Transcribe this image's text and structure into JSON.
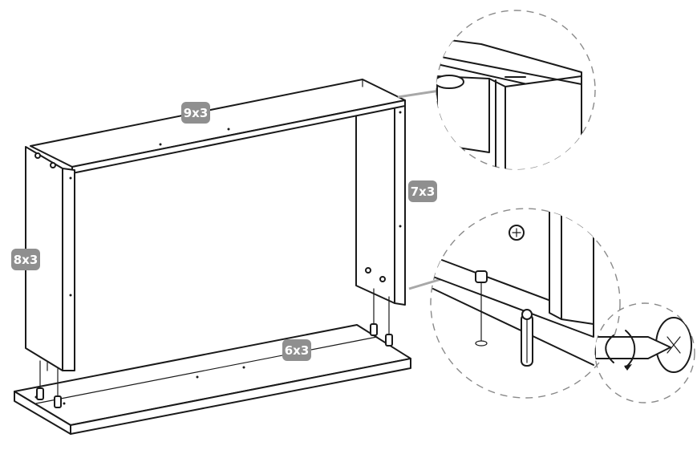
{
  "labels": {
    "top_panel": "9x3",
    "left_panel": "8x3",
    "right_panel": "7x3",
    "bottom_panel": "6x3"
  },
  "icons": {
    "detail_top": "joint-detail-icon",
    "detail_bottom": "dowel-insertion-icon",
    "detail_screwdriver": "screwdriver-icon"
  },
  "colors": {
    "badge": "#8f8f8f",
    "badge_text": "#ffffff",
    "outline": "#1a1a1a",
    "dashed_circle": "#8a8a8a"
  }
}
